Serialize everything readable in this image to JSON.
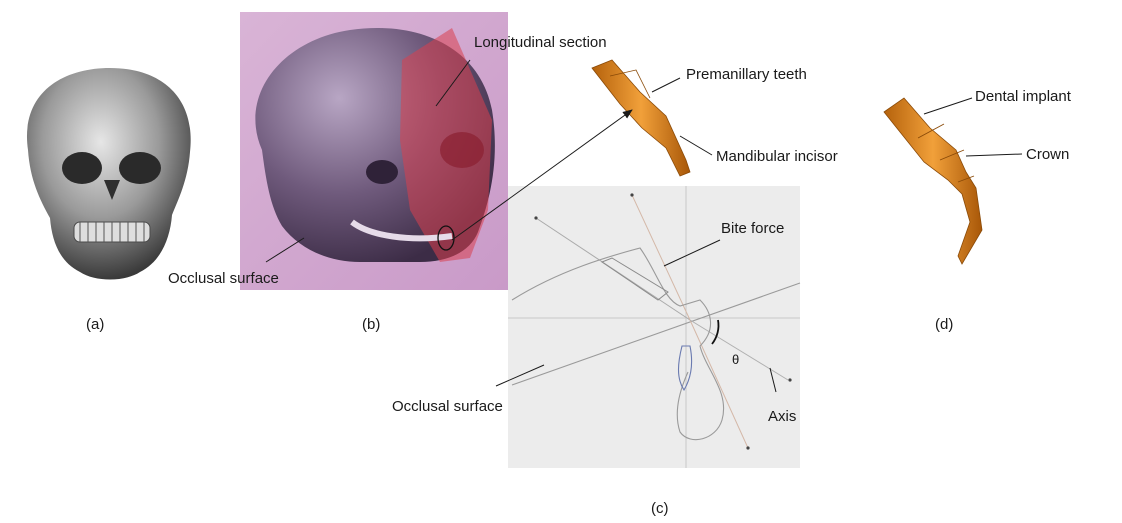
{
  "panels": {
    "a": {
      "caption": "(a)"
    },
    "b": {
      "caption": "(b)",
      "labels": {
        "longitudinal_section": "Longitudinal section",
        "occlusal_surface": "Occlusal surface"
      }
    },
    "c": {
      "caption": "(c)",
      "labels": {
        "bite_force": "Bite force",
        "occlusal_surface": "Occlusal surface",
        "theta": "θ",
        "axis": "Axis"
      }
    },
    "premaxillary": {
      "labels": {
        "premanillary_teeth": "Premanillary teeth",
        "mandibular_incisor": "Mandibular incisor"
      }
    },
    "d": {
      "caption": "(d)",
      "labels": {
        "dental_implant": "Dental implant",
        "crown": "Crown"
      }
    }
  },
  "colors": {
    "skull_gray": "#8c8c8c",
    "skull_purple": "#7a6684",
    "section_red": "#d9404e",
    "tooth_orange": "#e08a1e",
    "panel_c_bg": "#ececec"
  }
}
